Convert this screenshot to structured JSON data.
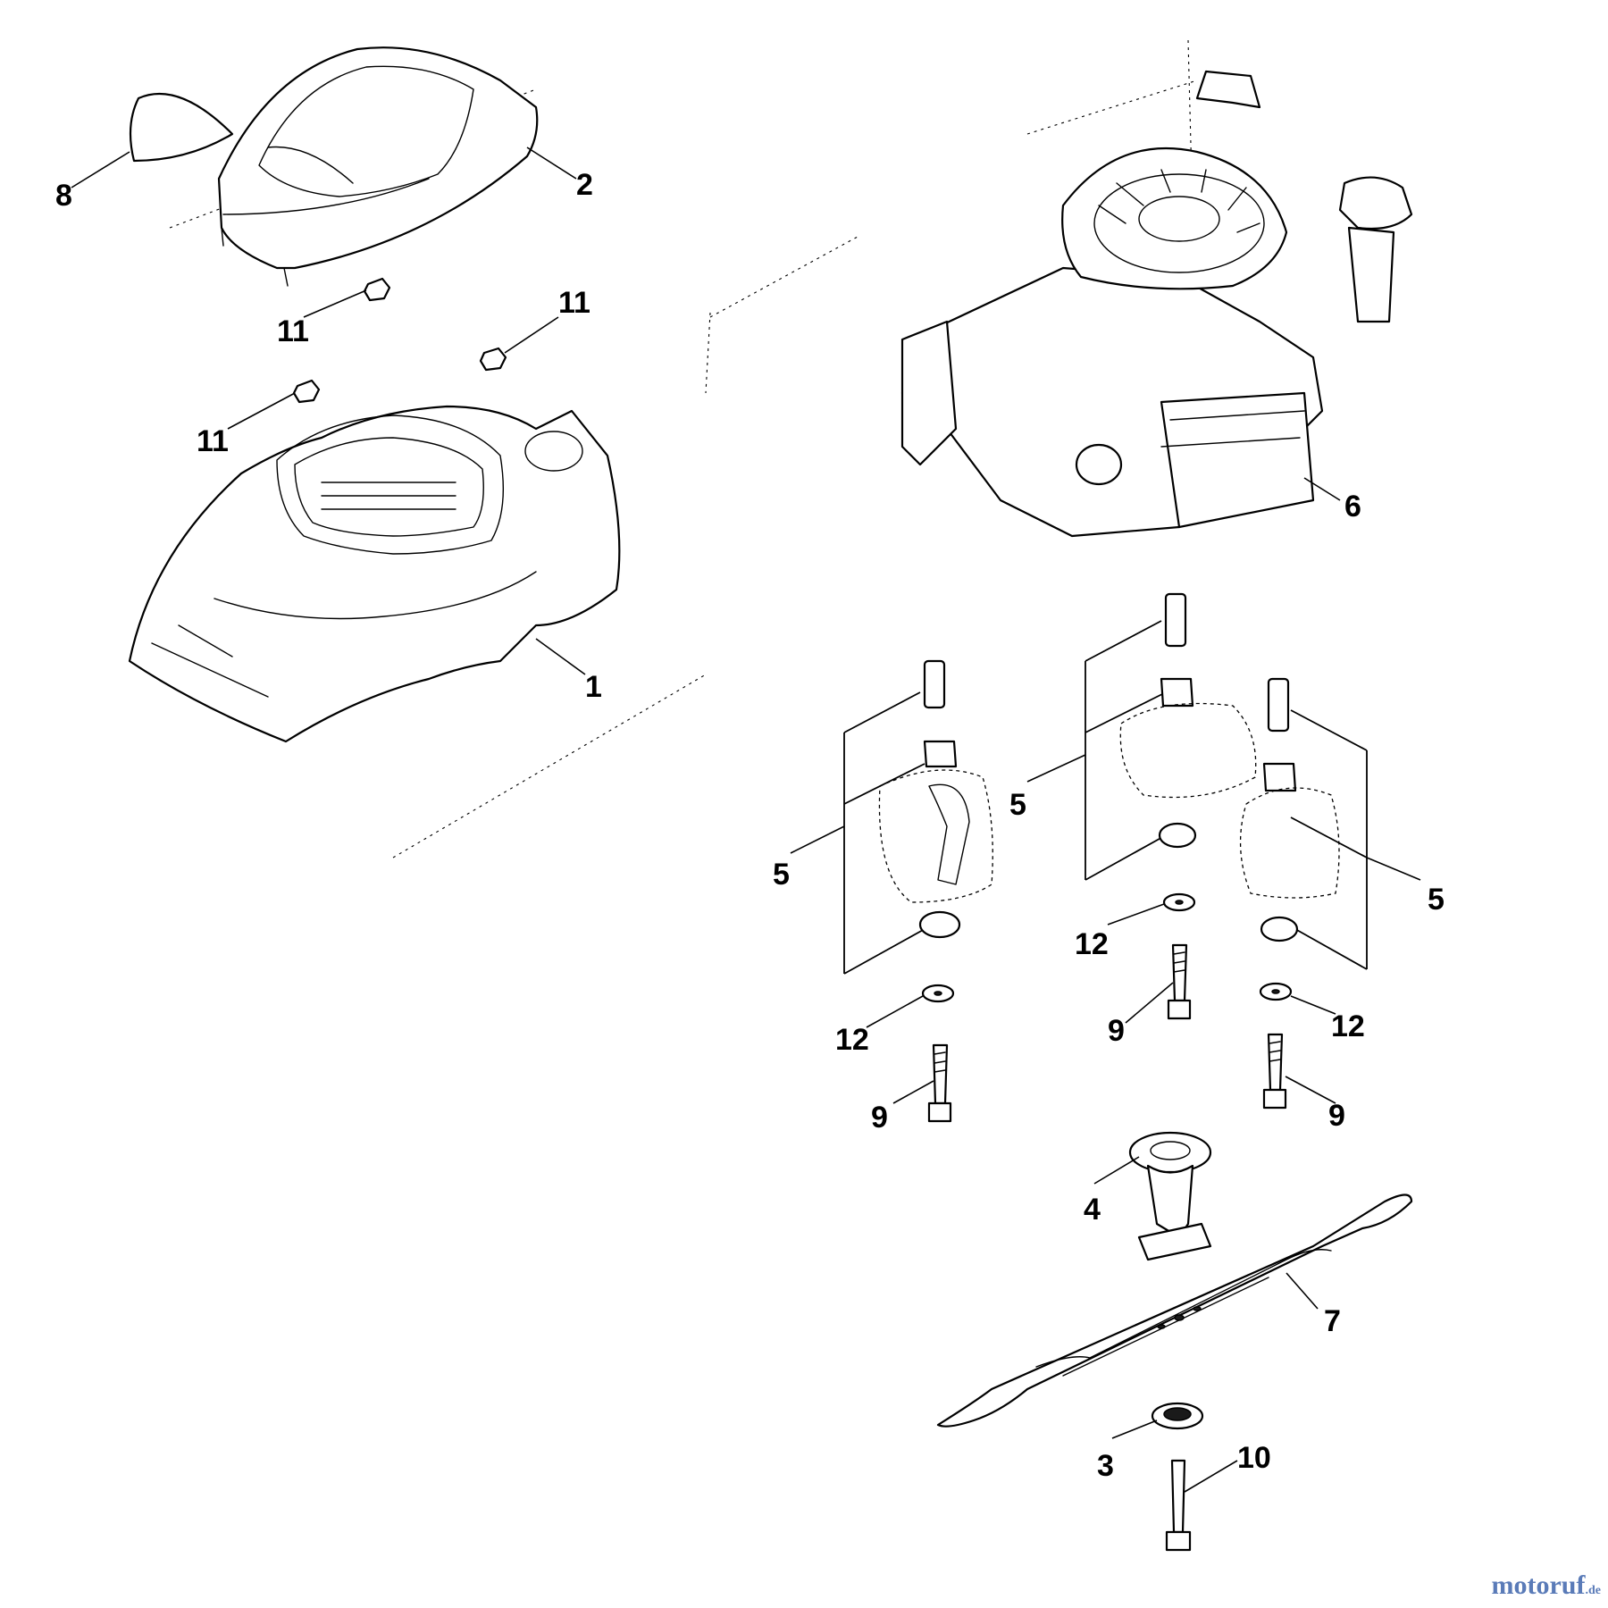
{
  "callouts": {
    "c1": "1",
    "c2": "2",
    "c3": "3",
    "c4": "4",
    "c5a": "5",
    "c5b": "5",
    "c5c": "5",
    "c6": "6",
    "c7": "7",
    "c8": "8",
    "c9a": "9",
    "c9b": "9",
    "c9c": "9",
    "c10": "10",
    "c11a": "11",
    "c11b": "11",
    "c11c": "11",
    "c12a": "12",
    "c12b": "12",
    "c12c": "12"
  },
  "watermark": {
    "text": "motoruf",
    "suffix": ".de",
    "color": "#5a7bb8"
  }
}
